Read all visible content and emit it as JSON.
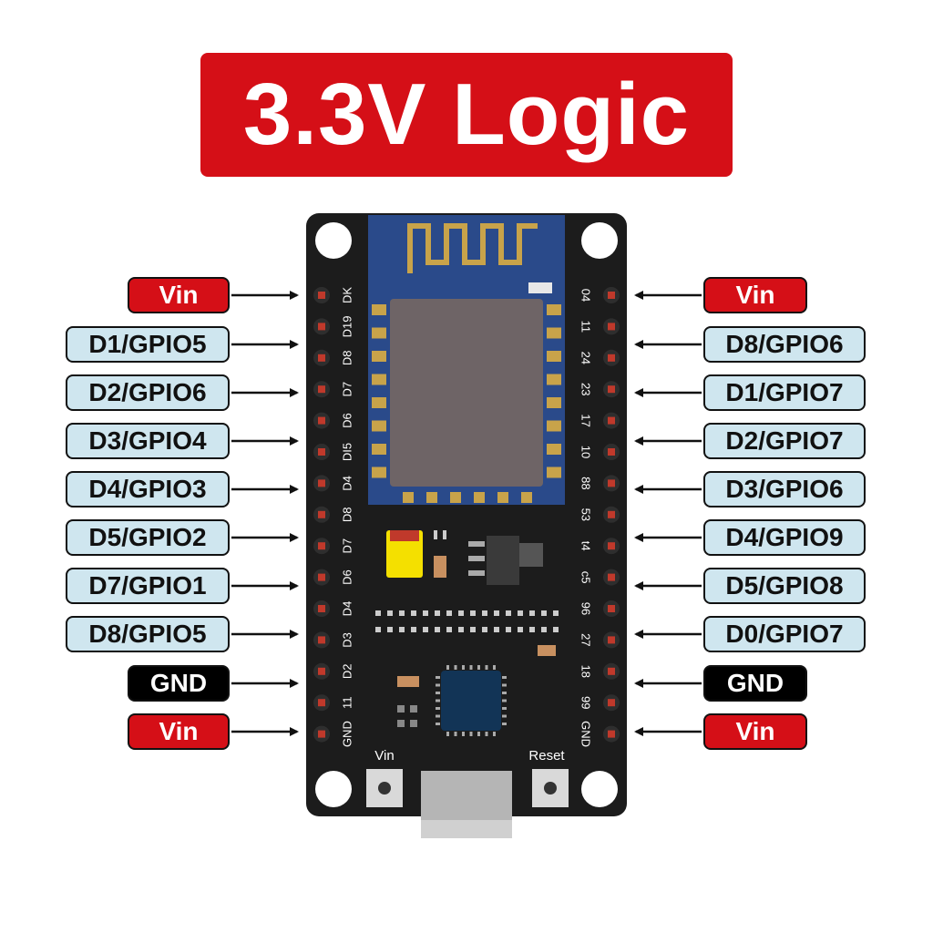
{
  "title": "3.3V Logic",
  "colors": {
    "banner": "#d50f17",
    "board": "#1c1c1c",
    "module_blue": "#2a4a8a",
    "antenna_gold": "#c8a34a",
    "chip": "#6e6466",
    "pad_red": "#c0392b",
    "label_gpio_bg": "#cfe6ef",
    "label_gnd_bg": "#000000",
    "led_yellow": "#f4e000"
  },
  "left_labels": [
    {
      "text": "Vin",
      "kind": "power"
    },
    {
      "text": "D1/GPIO5",
      "kind": "gpio"
    },
    {
      "text": "D2/GPIO6",
      "kind": "gpio"
    },
    {
      "text": "D3/GPIO4",
      "kind": "gpio"
    },
    {
      "text": "D4/GPIO3",
      "kind": "gpio"
    },
    {
      "text": "D5/GPIO2",
      "kind": "gpio"
    },
    {
      "text": "D7/GPIO1",
      "kind": "gpio"
    },
    {
      "text": "D8/GPIO5",
      "kind": "gpio"
    },
    {
      "text": "GND",
      "kind": "gnd"
    },
    {
      "text": "Vin",
      "kind": "power"
    }
  ],
  "right_labels": [
    {
      "text": "Vin",
      "kind": "power"
    },
    {
      "text": "D8/GPIO6",
      "kind": "gpio"
    },
    {
      "text": "D1/GPIO7",
      "kind": "gpio"
    },
    {
      "text": "D2/GPIO7",
      "kind": "gpio"
    },
    {
      "text": "D3/GPIO6",
      "kind": "gpio"
    },
    {
      "text": "D4/GPIO9",
      "kind": "gpio"
    },
    {
      "text": "D5/GPIO8",
      "kind": "gpio"
    },
    {
      "text": "D0/GPIO7",
      "kind": "gpio"
    },
    {
      "text": "GND",
      "kind": "gnd"
    },
    {
      "text": "Vin",
      "kind": "power"
    }
  ],
  "board": {
    "left_silkscreen": [
      "DK",
      "D19",
      "D8",
      "D7",
      "D6",
      "DI5",
      "D4",
      "D8",
      "D7",
      "D6",
      "D4",
      "D3",
      "D2",
      "11",
      "GND"
    ],
    "right_silkscreen": [
      "04",
      "11",
      "24",
      "23",
      "17",
      "10",
      "88",
      "53",
      "t4",
      "c5",
      "96",
      "27",
      "18",
      "99",
      "GND"
    ],
    "button_left": "Vin",
    "button_right": "Reset"
  }
}
